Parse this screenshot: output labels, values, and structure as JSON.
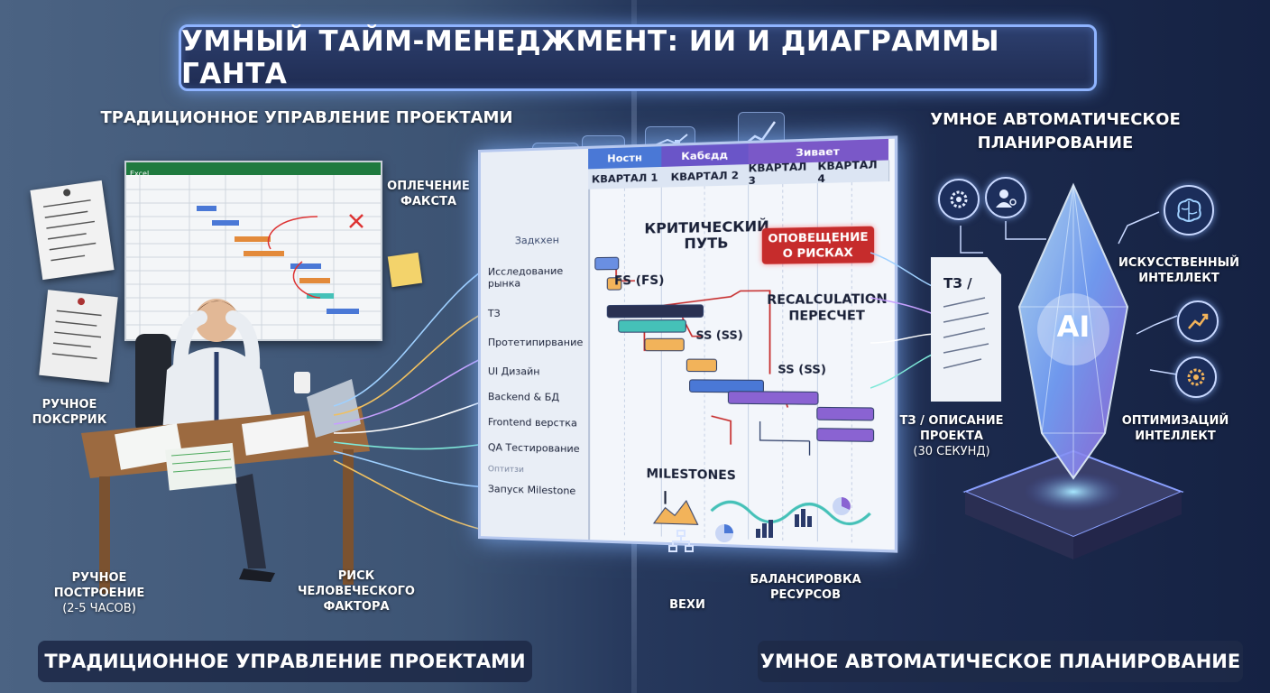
{
  "title": "УМНЫЙ ТАЙМ-МЕНЕДЖМЕНТ: ИИ И ДИАГРАММЫ ГАНТА",
  "left": {
    "header": "ТРАДИЦИОННОЕ УПРАВЛЕНИЕ ПРОЕКТАМИ",
    "sheet_tab": "Excel",
    "fact_label": [
      "ОПЛЕЧЕНИЕ",
      "ФАКСТА"
    ],
    "manual_calc": [
      "РУЧНОЕ",
      "ПОКСРРИК"
    ],
    "manual_build": [
      "РУЧНОЕ",
      "ПОСТРОЕНИЕ"
    ],
    "manual_build_time": "(2-5 ЧАСОВ)",
    "human_risk": [
      "РИСК",
      "ЧЕЛОВЕЧЕСКОГО",
      "ФАКТОРА"
    ],
    "bottom": "ТРАДИЦИОННОЕ УПРАВЛЕНИЕ ПРОЕКТАМИ"
  },
  "gantt": {
    "tasks_header": "Задкхен",
    "tasks": [
      "Исследование рынка",
      "ТЗ",
      "Протетипирвание",
      "UI Дизайн",
      "Backend & БД",
      "Frontend верстка",
      "QA Тестирование",
      "Оптитзи",
      "Запуск Milestone"
    ],
    "top_heads": [
      "Ностн",
      "Кабєдд",
      "Зивает"
    ],
    "quarters": [
      "КВАРТАЛ 1",
      "КВАРТАЛ 2",
      "КВАРТАЛ 3",
      "КВАРТАЛ 4"
    ],
    "critical_path": [
      "КРИТИЧЕСКИЙ",
      "ПУТЬ"
    ],
    "fs_label": "FS (FS)",
    "ss_label_1": "SS (SS)",
    "ss_label_2": "SS (SS)",
    "risk_alert": [
      "ОПОВЕЩЕНИЕ",
      "О РИСКАХ"
    ],
    "recalc": [
      "RECALCULATION",
      "ПЕРЕСЧЕТ"
    ],
    "milestones": "MILESTONES"
  },
  "center": {
    "milestones_label": "ВЕХИ",
    "resource_label": [
      "БАЛАНСИРОВКА",
      "РЕСУРСОВ"
    ]
  },
  "right": {
    "header": [
      "УМНОЕ АВТОМАТИЧЕСКОЕ",
      "ПЛАНИРОВАНИЕ"
    ],
    "doc_label": "ТЗ /",
    "ai_text": "AI",
    "ai_label": [
      "ИСКУССТВЕННЫЙ",
      "ИНТЕЛЛЕКТ"
    ],
    "opt_label": [
      "ОПТИМИЗАЦИЙ",
      "ИНТЕЛЛЕКТ"
    ],
    "project_desc": [
      "ТЗ / ОПИСАНИЕ",
      "ПРОЕКТА"
    ],
    "project_time": "(30 СЕКУНД)",
    "bottom": "УМНОЕ АВТОМАТИЧЕСКОЕ ПЛАНИРОВАНИЕ"
  },
  "colors": {
    "alert_red": "#c62c2c",
    "glow_blue": "#8fb4ff",
    "bar_blue": "#4a78d6",
    "bar_orange": "#f2b35a",
    "bar_teal": "#45c1b8",
    "bar_purple": "#8a63d2"
  }
}
